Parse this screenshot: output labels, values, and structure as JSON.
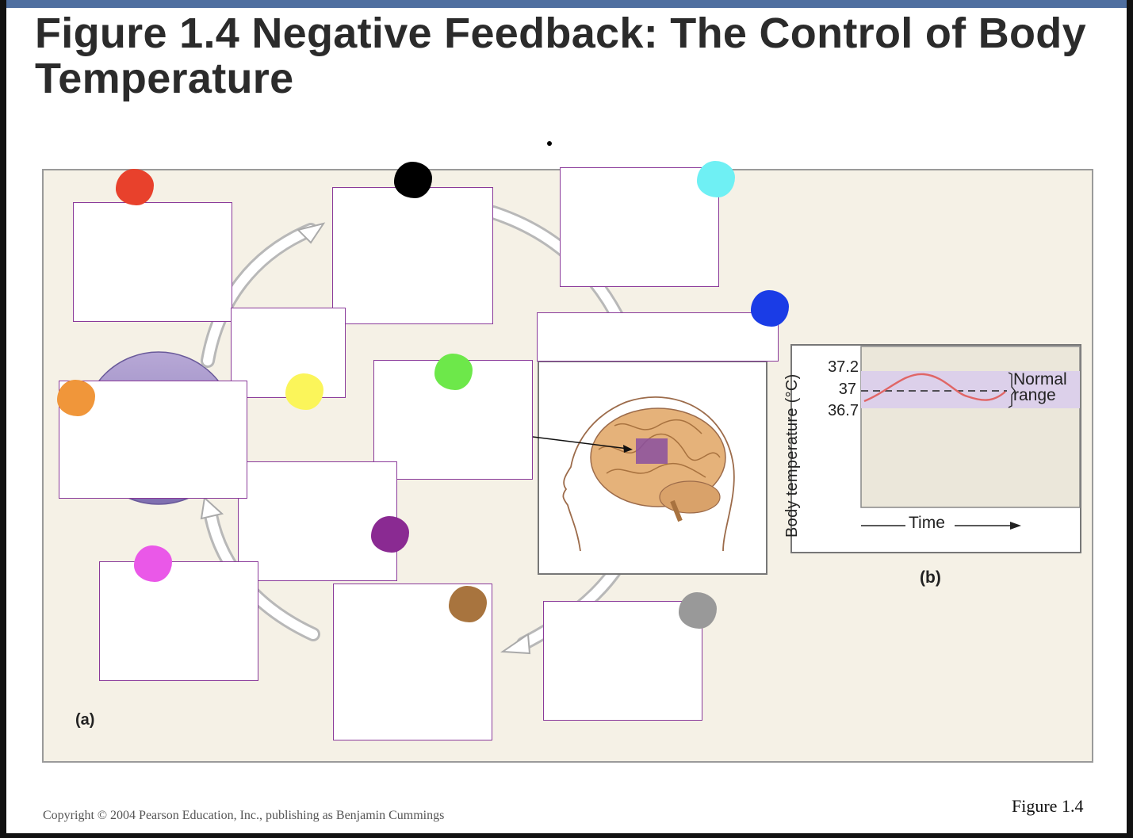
{
  "figure": {
    "title": "Figure 1.4  Negative Feedback: The Control of Body Temperature",
    "panel_a_label": "(a)",
    "panel_b_label": "(b)",
    "caption": "Figure 1.4",
    "copyright": "Copyright © 2004 Pearson Education, Inc., publishing as Benjamin Cummings"
  },
  "graph": {
    "y_axis_label": "Body temperature (°C)",
    "x_axis_label": "Time",
    "y_ticks": [
      "37.2",
      "37",
      "36.7"
    ],
    "range_label_line1": "Normal",
    "range_label_line2": "range",
    "range_band_color": "#dcd0ea",
    "curve_color": "#e06666"
  },
  "markers": [
    {
      "name": "red-marker",
      "color": "#e8412c"
    },
    {
      "name": "black-marker",
      "color": "#000000"
    },
    {
      "name": "cyan-marker",
      "color": "#6ff0f4"
    },
    {
      "name": "blue-marker",
      "color": "#1a3ce6"
    },
    {
      "name": "yellow-marker",
      "color": "#fbf55a"
    },
    {
      "name": "green-marker",
      "color": "#6de84a"
    },
    {
      "name": "orange-marker",
      "color": "#f0963a"
    },
    {
      "name": "purple-marker",
      "color": "#8a2a92"
    },
    {
      "name": "pink-marker",
      "color": "#ea58e8"
    },
    {
      "name": "brown-marker",
      "color": "#a8743e"
    },
    {
      "name": "gray-marker",
      "color": "#999999"
    }
  ]
}
